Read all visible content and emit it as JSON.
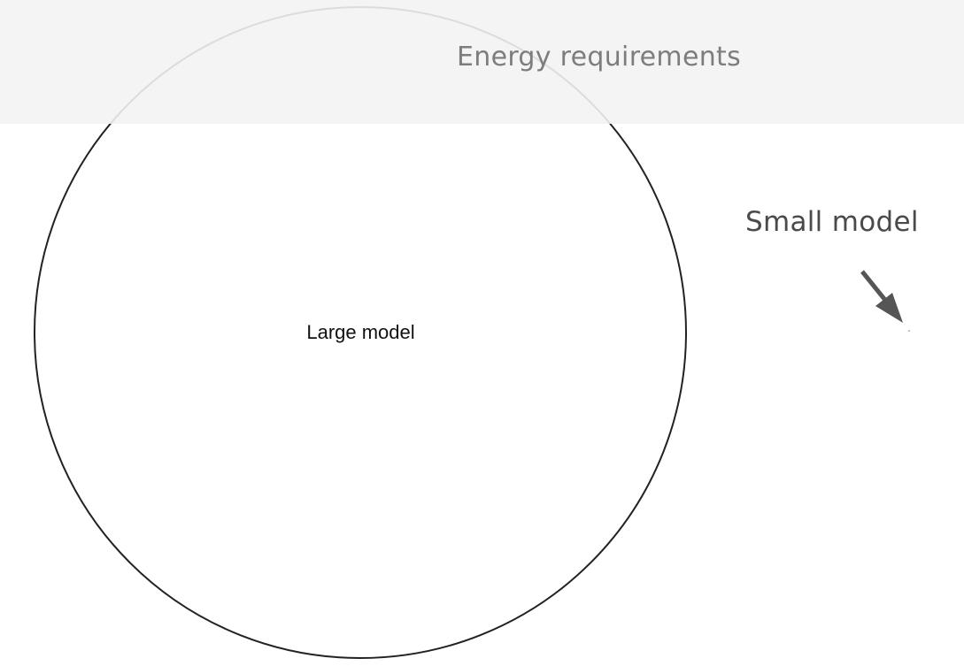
{
  "title": "Energy requirements",
  "large_model": {
    "label": "Large model"
  },
  "small_model": {
    "label": "Small model"
  },
  "colors": {
    "header_band": "#f4f4f4",
    "title_text": "#7d7d7d",
    "circle_stroke": "#222222",
    "circle_stroke_faded": "#dcdcdc",
    "arrow": "#555555",
    "small_label_text": "#4a4a4a"
  }
}
